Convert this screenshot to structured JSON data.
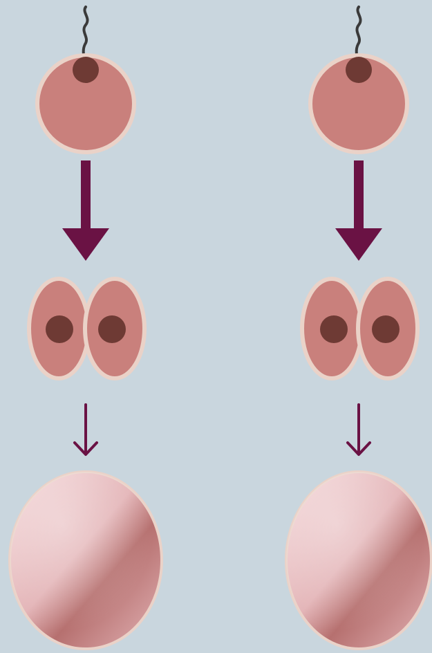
{
  "colors": {
    "background": "#c9d6de",
    "cell_fill": "#c9807c",
    "cell_rim": "#ead2c8",
    "nucleus": "#6e3a34",
    "arrow": "#6a1244",
    "sperm_tail": "#3a3a3a",
    "blastocyst_light": "#f3d6d8",
    "blastocyst_mid": "#e3b3b6",
    "blastocyst_dark": "#b6706f"
  },
  "columns": [
    {
      "id": "left",
      "stages": [
        {
          "stage": "fertilized-egg",
          "icon": "zygote-icon"
        },
        {
          "stage": "two-cell",
          "icon": "two-cell-embryo-icon"
        },
        {
          "stage": "blastocyst",
          "icon": "blastocyst-icon"
        }
      ]
    },
    {
      "id": "right",
      "stages": [
        {
          "stage": "fertilized-egg",
          "icon": "zygote-icon"
        },
        {
          "stage": "two-cell",
          "icon": "two-cell-embryo-icon"
        },
        {
          "stage": "blastocyst",
          "icon": "blastocyst-icon"
        }
      ]
    }
  ]
}
